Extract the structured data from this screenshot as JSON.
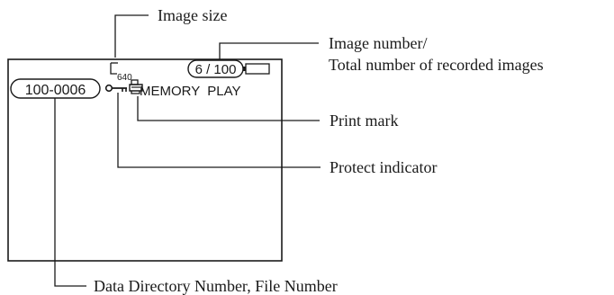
{
  "screen": {
    "image_size_value": "640",
    "image_counter": "6 / 100",
    "file_number": "100-0006",
    "mode_text": "MEMORY  PLAY",
    "protect_icon": "key-icon",
    "print_mark_icon": "printer-icon",
    "frame_icon": "frame-icon",
    "battery_icon": "battery-icon"
  },
  "callouts": {
    "image_size": "Image size",
    "image_number_line1": "Image number/",
    "image_number_line2": "Total number of recorded images",
    "print_mark": "Print mark",
    "protect_indicator": "Protect indicator",
    "data_directory": "Data Directory Number, File Number"
  },
  "colors": {
    "line": "#1a1a1a",
    "background": "#ffffff"
  }
}
